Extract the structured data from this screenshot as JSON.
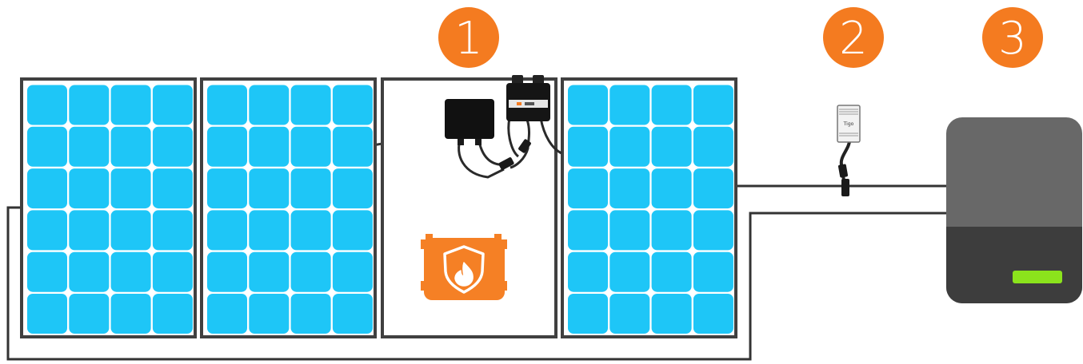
{
  "steps": [
    {
      "number": "1",
      "color": "#f47b20"
    },
    {
      "number": "2",
      "color": "#f47b20"
    },
    {
      "number": "3",
      "color": "#f47b20"
    }
  ],
  "colors": {
    "panel_cell": "#1ec6f7",
    "panel_frame": "#404040",
    "wire": "#333333",
    "optimizer_box": "#1a1a1a",
    "safety_device": "#f58025",
    "inverter_top": "#676767",
    "inverter_bottom": "#3c3c3c",
    "status_led": "#8be31c"
  },
  "icons": {
    "safety_device": "fire-shield-icon",
    "rapid_shutdown_switch": "din-rail-switch-icon"
  },
  "device_labels": {
    "din_switch_text": "Tigo"
  }
}
